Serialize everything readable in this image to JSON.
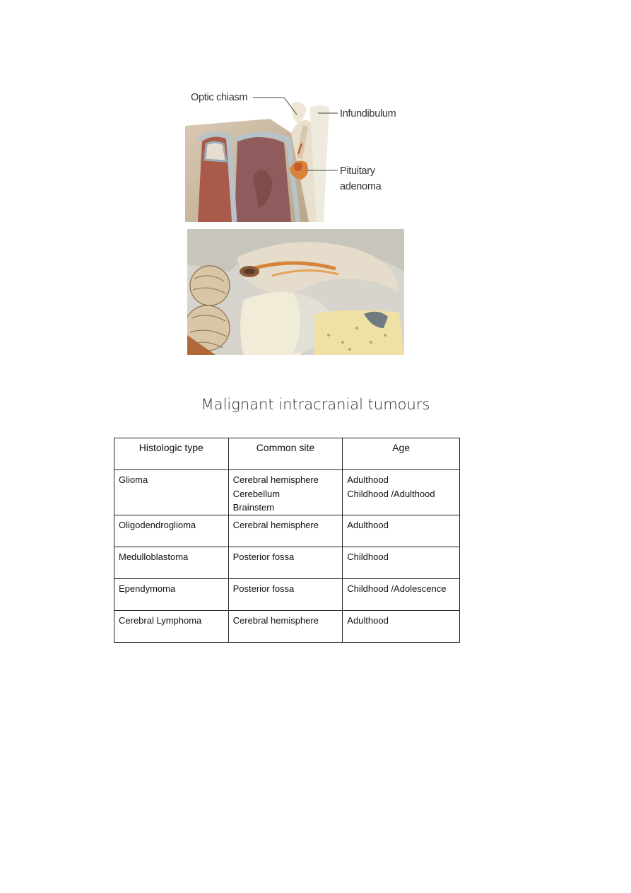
{
  "figure_top": {
    "labels": {
      "optic_chiasm": "Optic chiasm",
      "infundibulum": "Infundibulum",
      "pituitary": "Pituitary",
      "adenoma": "adenoma"
    }
  },
  "title": "Malignant intracranial tumours",
  "table": {
    "headers": [
      "Histologic type",
      "Common site",
      "Age"
    ],
    "rows": [
      {
        "type": "Glioma",
        "sites": [
          "Cerebral hemisphere",
          "Cerebellum",
          "Brainstem"
        ],
        "ages": [
          "Adulthood",
          "Childhood /Adulthood"
        ]
      },
      {
        "type": "Oligodendroglioma",
        "sites": [
          "Cerebral hemisphere"
        ],
        "ages": [
          "Adulthood"
        ]
      },
      {
        "type": "Medulloblastoma",
        "sites": [
          "Posterior fossa"
        ],
        "ages": [
          "Childhood"
        ]
      },
      {
        "type": "Ependymoma",
        "sites": [
          "Posterior fossa"
        ],
        "ages": [
          "Childhood /Adolescence"
        ]
      },
      {
        "type": "Cerebral Lymphoma",
        "sites": [
          "Cerebral hemisphere"
        ],
        "ages": [
          "Adulthood"
        ]
      }
    ]
  }
}
